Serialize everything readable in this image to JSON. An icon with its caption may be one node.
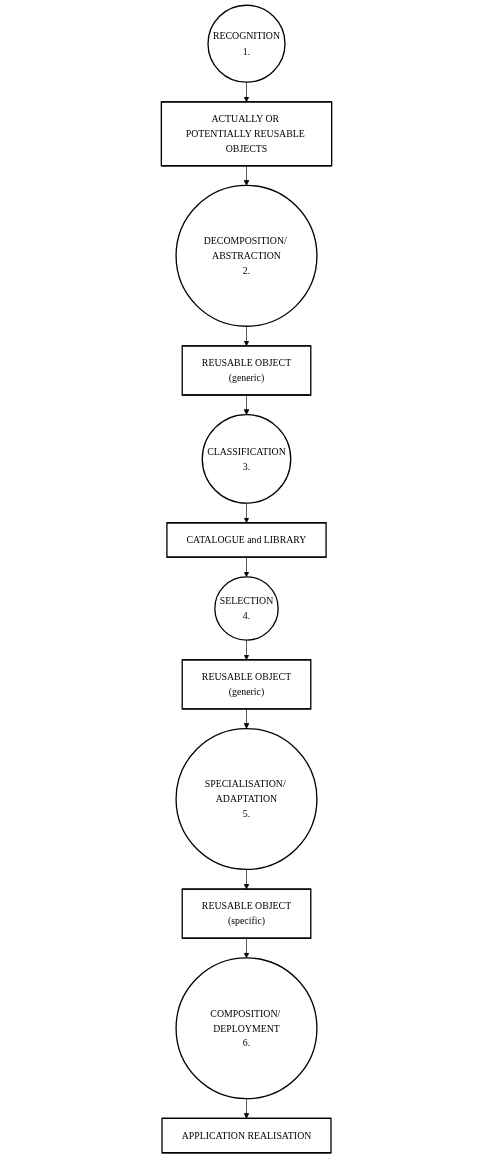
{
  "diagram": {
    "nodes": [
      {
        "text": [
          "RECOGNITION",
          "1."
        ]
      },
      {
        "text": [
          "ACTUALLY OR POTENTIALLY REUSABLE OBJECTS"
        ]
      },
      {
        "text": [
          "DECOMPOSITION/ ABSTRACTION",
          "2."
        ]
      },
      {
        "text": [
          "REUSABLE OBJECT",
          "(generic)"
        ]
      },
      {
        "text": [
          "CLASSIFICATION",
          "3."
        ]
      },
      {
        "text": [
          "CATALOGUE and LIBRARY"
        ]
      },
      {
        "text": [
          "SELECTION",
          "4."
        ]
      },
      {
        "text": [
          "REUSABLE OBJECT",
          "(generic)"
        ]
      },
      {
        "text": [
          "SPECIALISATION/ ADAPTATION",
          "5."
        ]
      },
      {
        "text": [
          "REUSABLE OBJECT",
          "(specific)"
        ]
      },
      {
        "text": [
          "COMPOSITION/ DEPLOYMENT",
          "6."
        ]
      },
      {
        "text": [
          "APPLICATION REALISATION"
        ]
      }
    ],
    "edges": [
      {
        "from": 0,
        "to": 1,
        "arrow": "to"
      },
      {
        "from": 1,
        "to": 2,
        "arrow": "to"
      },
      {
        "from": 2,
        "to": 3,
        "arrow": "to"
      },
      {
        "from": 3,
        "to": 4,
        "arrow": "to"
      },
      {
        "from": 4,
        "to": 5,
        "arrow": "to"
      },
      {
        "from": 5,
        "to": 6,
        "arrow": "to"
      },
      {
        "from": 6,
        "to": 7,
        "arrow": "to"
      },
      {
        "from": 7,
        "to": 8,
        "arrow": "to"
      },
      {
        "from": 8,
        "to": 9,
        "arrow": "to"
      },
      {
        "from": 9,
        "to": 10,
        "arrow": "to"
      },
      {
        "from": 10,
        "to": 11,
        "arrow": "to"
      }
    ]
  }
}
